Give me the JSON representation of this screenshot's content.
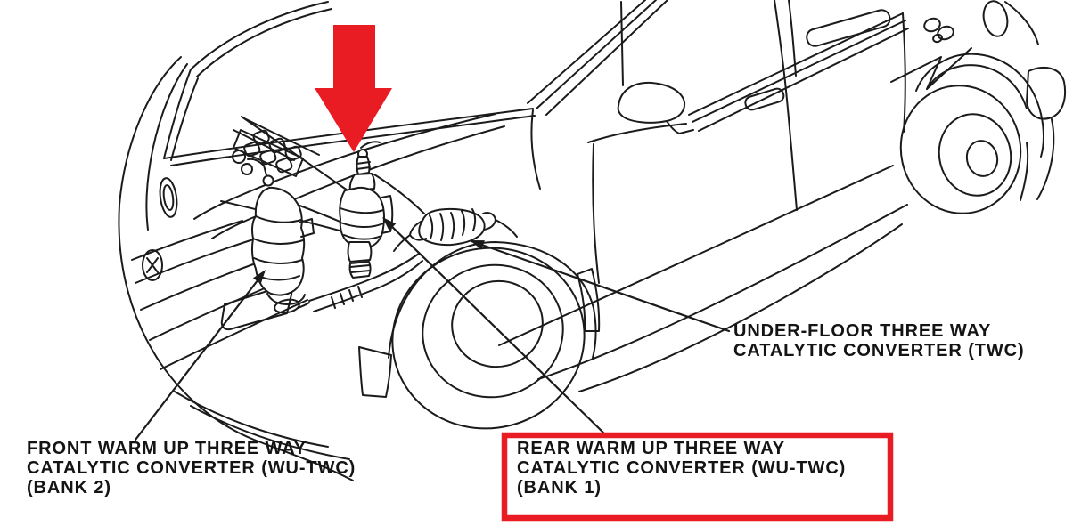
{
  "diagram": {
    "line_color": "#1b1b1b",
    "highlight_color": "#ea1c23",
    "labels": {
      "front_wu_twc": {
        "line1": "FRONT WARM UP THREE WAY",
        "line2": "CATALYTIC CONVERTER (WU-TWC)",
        "line3": "(BANK 2)"
      },
      "rear_wu_twc": {
        "line1": "REAR WARM UP THREE WAY",
        "line2": "CATALYTIC CONVERTER (WU-TWC)",
        "line3": "(BANK 1)"
      },
      "under_floor_twc": {
        "line1": "UNDER-FLOOR THREE WAY",
        "line2": "CATALYTIC CONVERTER (TWC)"
      }
    }
  }
}
